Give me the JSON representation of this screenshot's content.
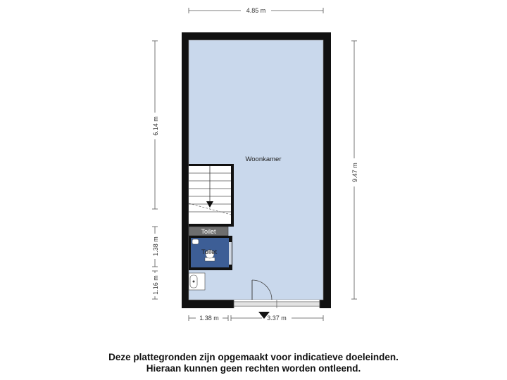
{
  "dimensions": {
    "top_width": "4.85 m",
    "left_upper": "6.14 m",
    "left_middle": "1.38 m",
    "left_lower": "1.16 m",
    "right_height": "9.47 m",
    "bottom_left": "1.38 m",
    "bottom_right": "3.37 m"
  },
  "rooms": {
    "living_room": "Woonkamer",
    "toilet_bar": "Toilet",
    "toilet_room": "Toilet"
  },
  "disclaimer": {
    "line1": "Deze plattegronden zijn opgemaakt voor indicatieve doeleinden.",
    "line2": "Hieraan kunnen geen rechten worden ontleend."
  },
  "colors": {
    "floor": "#c9d8ec",
    "wall": "#111111",
    "toilet_floor": "#3d5e96",
    "toilet_bar": "#6e6e6e"
  }
}
